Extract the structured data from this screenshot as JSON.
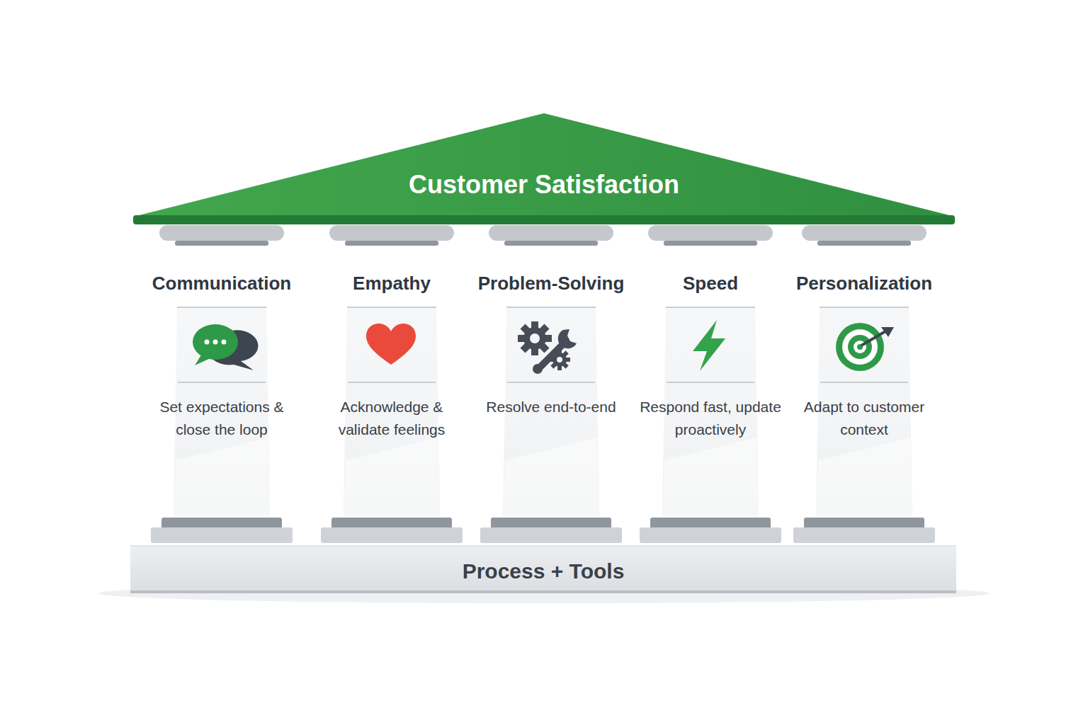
{
  "diagram": {
    "nodes": [
      {
        "text": [
          "Customer Satisfaction"
        ]
      },
      {
        "text": [
          "Communication",
          "Set expectations & close the loop"
        ]
      },
      {
        "text": [
          "Empathy",
          "Acknowledge & validate feelings"
        ]
      },
      {
        "text": [
          "Problem-Solving",
          "Resolve end-to-end"
        ]
      },
      {
        "text": [
          "Speed",
          "Respond fast, update proactively"
        ]
      },
      {
        "text": [
          "Personalization",
          "Adapt to customer context"
        ]
      },
      {
        "text": [
          "Process + Tools"
        ]
      }
    ]
  }
}
